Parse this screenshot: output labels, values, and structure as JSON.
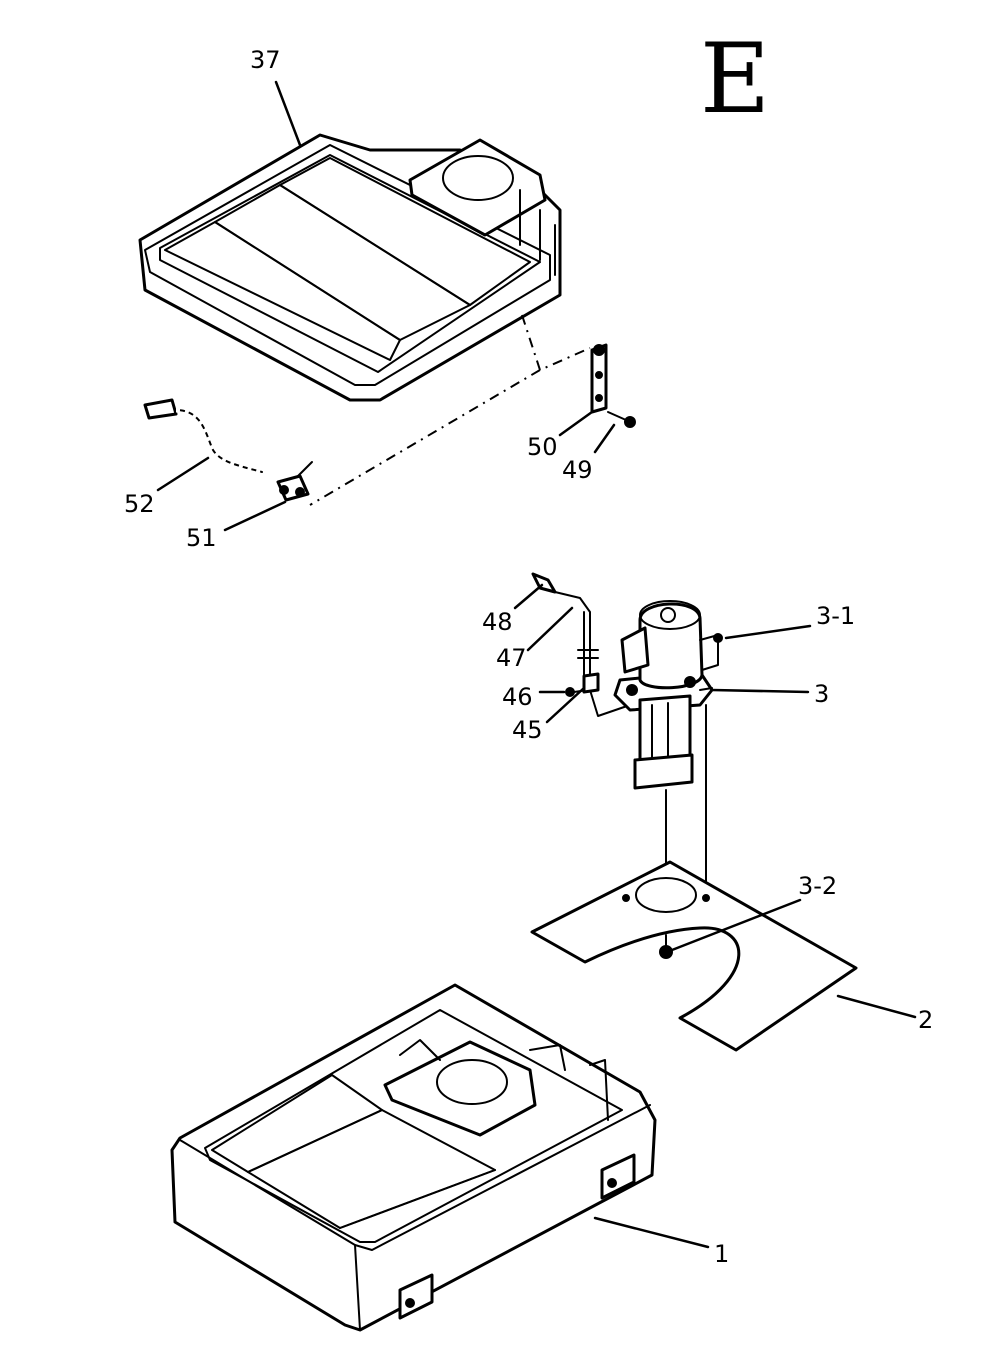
{
  "section_letter": "E",
  "callouts": {
    "c37": "37",
    "c52": "52",
    "c51": "51",
    "c50": "50",
    "c49": "49",
    "c48": "48",
    "c47": "47",
    "c46": "46",
    "c45": "45",
    "c3_1": "3-1",
    "c3": "3",
    "c3_2": "3-2",
    "c2": "2",
    "c1": "1"
  }
}
